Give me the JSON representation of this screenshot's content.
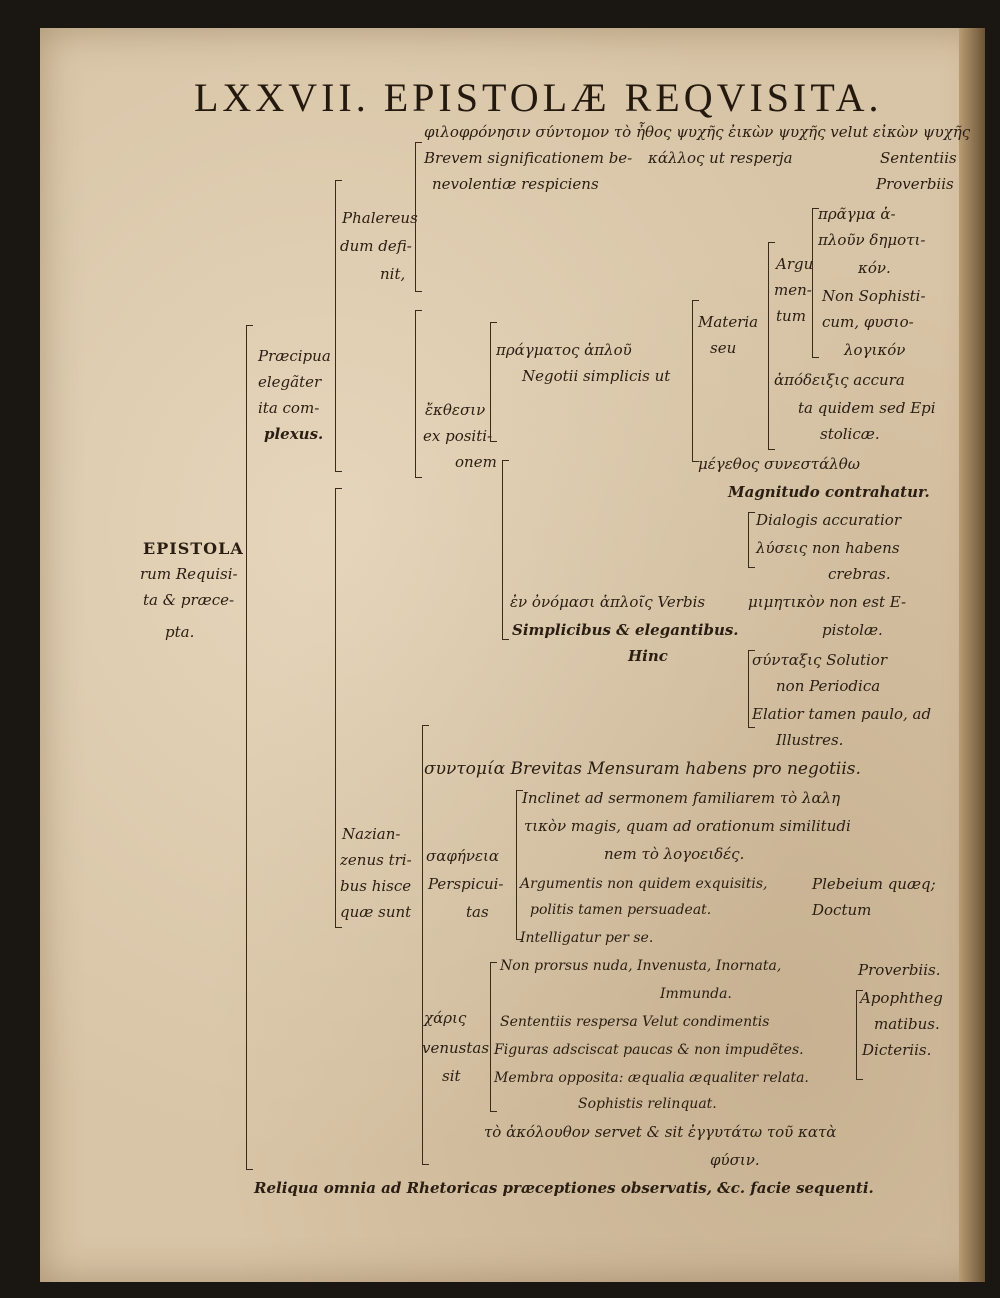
{
  "title": "LXXVII. EPISTOLÆ REQVISITA.",
  "root": {
    "line1": "EPISTOLA",
    "line2": "rum Requisi-",
    "line3": "ta & præce-",
    "line4": "pta."
  },
  "praecipua": {
    "line1": "Præcipua",
    "line2": "elegãter",
    "line3": "ita com-",
    "line4": "plexus."
  },
  "phalereus": {
    "line1": "Phalereus",
    "line2": "dum defi-",
    "line3": "nit,"
  },
  "top": {
    "line1": "φιλοφρόνησιν σύντομον τὸ ἦθος ψυχῆς ἐικὼν ψυχῆς velut εἰκὼν ψυχῆς",
    "line2a": "Brevem significationem be-",
    "line2b": "κάλλος ut resperja",
    "line2c": "Sententiis",
    "line3": "nevolentiæ respiciens",
    "line3b": "Proverbiis"
  },
  "ekthesin": {
    "line1": "ἔκθεσιν",
    "line2": "ex positi-",
    "line3": "onem"
  },
  "pragmatos": {
    "line1": "πράγματος ἁπλοῦ",
    "line2": "Negotii simplicis ut"
  },
  "materia": {
    "line1": "Materia",
    "line2": "seu"
  },
  "argumentum": {
    "line1": "Argu",
    "line2": "men-",
    "line3": "tum"
  },
  "pregma": {
    "line1": "πρᾶγμα ἁ-",
    "line2": "πλοῦν δημοτι-",
    "line3": "κόν.",
    "line4": "Non Sophisti-",
    "line5": "cum, φυσιο-",
    "line6": "λογικόν"
  },
  "apodeixis": {
    "line1": "ἀπόδειξις accura",
    "line2": "ta quidem sed Epi",
    "line3": "stolicæ."
  },
  "megethos": {
    "line1": "μέγεθος συνεστάλθω",
    "line2": "Magnitudo contrahatur."
  },
  "dialogis": {
    "line1": "Dialogis accuratior",
    "line2": "λύσεις non habens",
    "line3": "crebras."
  },
  "onomata": {
    "line1": "ἐν ὀνόμασι ἁπλοῖς Verbis",
    "line2": "Simplicibus & elegantibus.",
    "line3": "Hinc"
  },
  "mimetikon": {
    "line1": "μιμητικὸν non est E-",
    "line2": "pistolæ."
  },
  "syntaxis": {
    "line1": "σύνταξις Solutior",
    "line2": "non Periodica",
    "line3": "Elatior tamen paulo, ad",
    "line4": "Illustres."
  },
  "syntomia": "συντομία Brevitas Mensuram habens pro negotiis.",
  "nazianzenus": {
    "line1": "Nazian-",
    "line2": "zenus tri-",
    "line3": "bus hisce",
    "line4": "quæ sunt"
  },
  "sapheneia": {
    "line1": "σαφήνεια",
    "line2": "Perspicui-",
    "line3": "tas"
  },
  "inclinet": {
    "line1": "Inclinet ad sermonem familiarem τὸ λαλη",
    "line2": "τικὸν magis, quam ad orationum similitudi",
    "line3": "nem τὸ λογοειδές."
  },
  "argumentis": {
    "line1": "Argumentis non quidem exquisitis,",
    "line2": "politis tamen persuadeat.",
    "line1b": "Plebeium quæq;",
    "line2b": "Doctum"
  },
  "intelligatur": "Intelligatur per se.",
  "charis": {
    "line1": "χάρις",
    "line2": "venustas",
    "line3": "sit"
  },
  "nonprorsus": {
    "line1": "Non prorsus nuda, Invenusta, Inornata,",
    "line2": "Immunda."
  },
  "sententiis2": "Sententiis respersa Velut condimentis",
  "figuras": "Figuras adsciscat paucas & non impudẽtes.",
  "membra": "Membra opposita: æqualia æqualiter relata.",
  "sophistis": "Sophistis relinquat.",
  "proverbiis": {
    "line1": "Proverbiis.",
    "line2": "Apophtheg",
    "line3": "matibus.",
    "line4": "Dicteriis."
  },
  "akolouthon": {
    "line1": "τὸ ἀκόλουθον servet & sit ἐγγυτάτω τοῦ κατὰ",
    "line2": "φύσιν."
  },
  "footer": "Reliqua omnia ad Rhetoricas præceptiones observatis, &c. facie sequenti."
}
